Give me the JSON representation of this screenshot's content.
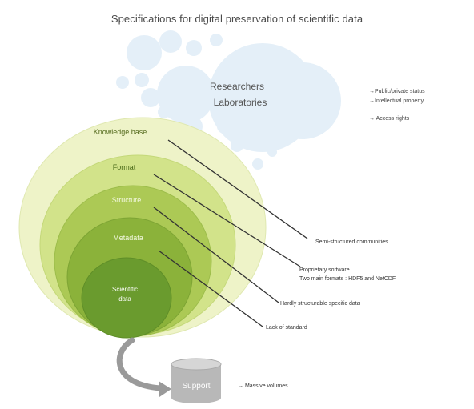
{
  "title": "Specifications for digital preservation of scientific data",
  "colors": {
    "bubble_fill": "#e4eff8",
    "ring_1": "#eef3c8",
    "ring_2": "#d2e38a",
    "ring_3": "#acc955",
    "ring_4": "#8bb23a",
    "core": "#6a9b2e",
    "connector": "#333333",
    "support_cylinder": "#b8b8b8"
  },
  "stakeholders": {
    "line1": "Researchers",
    "line2": "Laboratories"
  },
  "rights_notes": [
    "→Public/private status",
    "→Intellectual property",
    "→ Access rights"
  ],
  "layers": {
    "knowledge_base": "Knowledge base",
    "format": "Format",
    "structure": "Structure",
    "metadata": "Metadata",
    "scientific_data_line1": "Scientific",
    "scientific_data_line2": "data"
  },
  "callouts": {
    "knowledge_base": "Semi-structured communities",
    "format_line1": "Proprietary software.",
    "format_line2": "Two main formats : HDF5 and NetCDF",
    "structure": "Hardly structurable specific data",
    "metadata": "Lack of standard"
  },
  "support": {
    "label": "Support",
    "note": "→ Massive volumes"
  },
  "icons": {
    "curved_arrow": "curved-arrow-icon",
    "database": "database-cylinder-icon"
  }
}
